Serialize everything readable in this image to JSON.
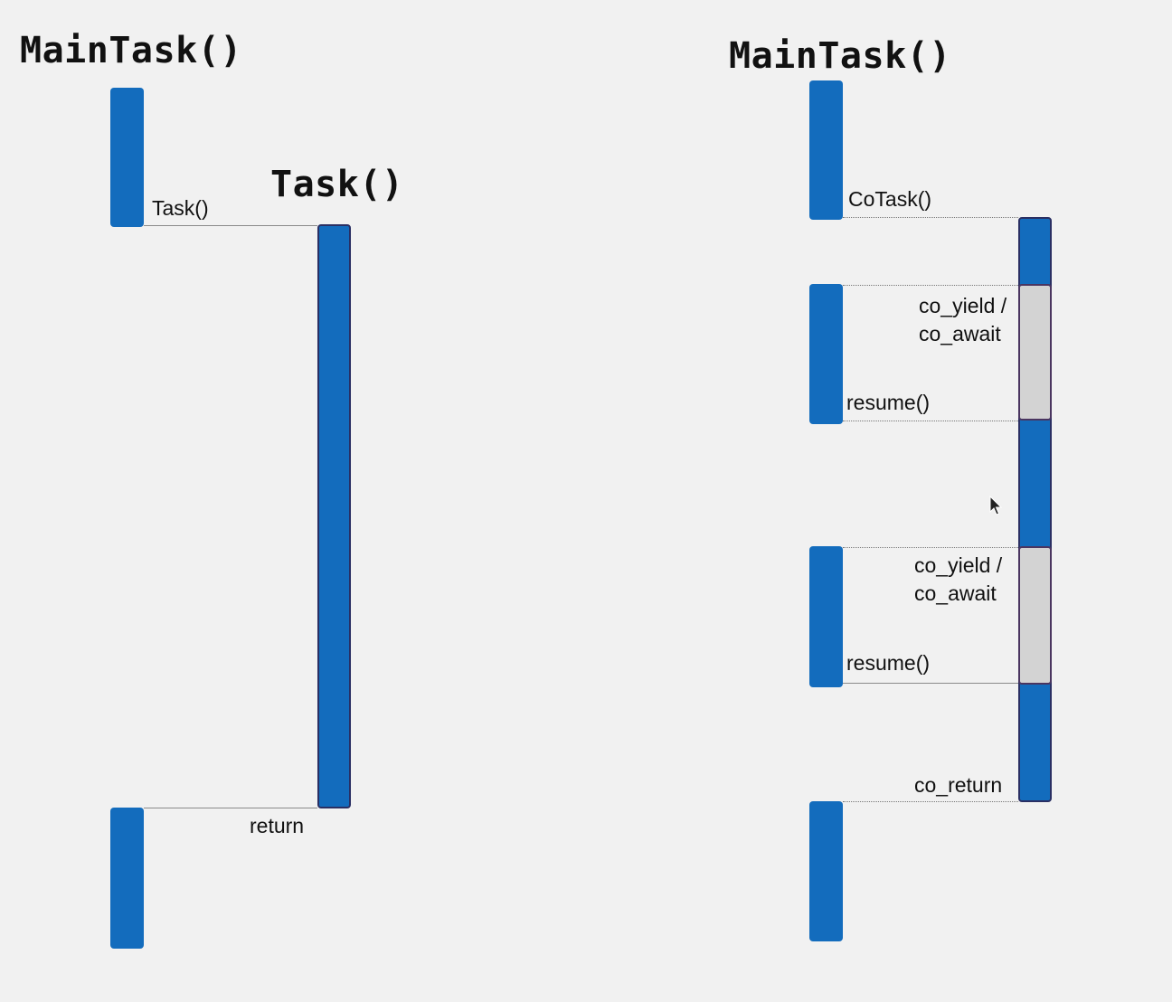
{
  "left_diagram": {
    "caller_title": "MainTask()",
    "callee_title": "Task()",
    "call_label": "Task()",
    "return_label": "return"
  },
  "right_diagram": {
    "caller_title": "MainTask()",
    "call_label": "CoTask()",
    "suspend_1_line1": "co_yield /",
    "suspend_1_line2": "co_await",
    "resume_1_label": "resume()",
    "suspend_2_line1": "co_yield /",
    "suspend_2_line2": "co_await",
    "resume_2_label": "resume()",
    "return_label": "co_return"
  },
  "colors": {
    "activation_bar": "#136cbd",
    "suspended_segment": "#d3d3d3",
    "background": "#f1f1f1"
  },
  "icons": [
    "mouse-cursor-icon"
  ]
}
